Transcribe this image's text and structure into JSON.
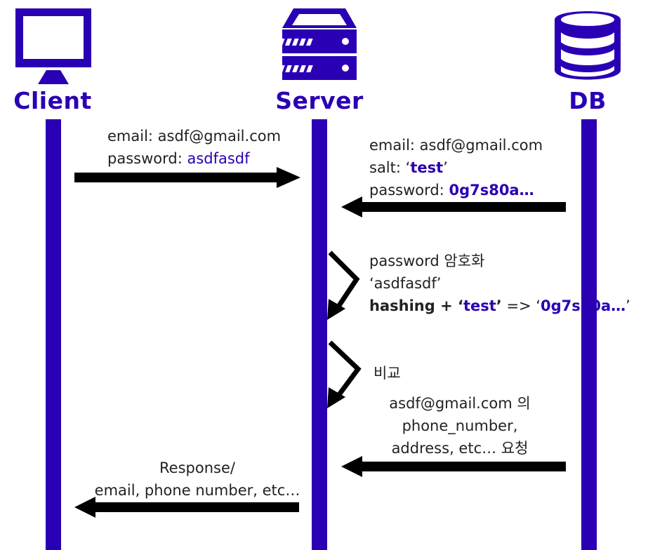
{
  "actors": {
    "client": "Client",
    "server": "Server",
    "db": "DB"
  },
  "icons": {
    "client": "monitor-icon",
    "server": "server-rack-icon",
    "db": "database-icon"
  },
  "colors": {
    "accent": "#2a00b4",
    "arrow": "#000000",
    "text": "#222222"
  },
  "messages": {
    "m1": {
      "line1": "email: asdf@gmail.com",
      "line2_prefix": "password: ",
      "line2_value": "asdfasdf"
    },
    "m2": {
      "line1": "email: asdf@gmail.com",
      "line2_prefix": "salt: ‘",
      "line2_value": "test",
      "line2_suffix": "’",
      "line3_prefix": "password: ",
      "line3_value": "0g7s80a…"
    },
    "m3": {
      "line1": "password 암호화",
      "line2": "‘asdfasdf’",
      "line3_a": "hashing + ‘",
      "line3_b": "test",
      "line3_c": "’",
      "line3_d": " => ‘",
      "line3_e": "0g7s80a…",
      "line3_f": "’"
    },
    "m4": {
      "line1": "비교"
    },
    "m5": {
      "line1": "asdf@gmail.com 의",
      "line2": "phone_number,",
      "line3": "address, etc… 요청"
    },
    "m6": {
      "line1": "Response/",
      "line2": "email, phone number, etc…"
    }
  }
}
